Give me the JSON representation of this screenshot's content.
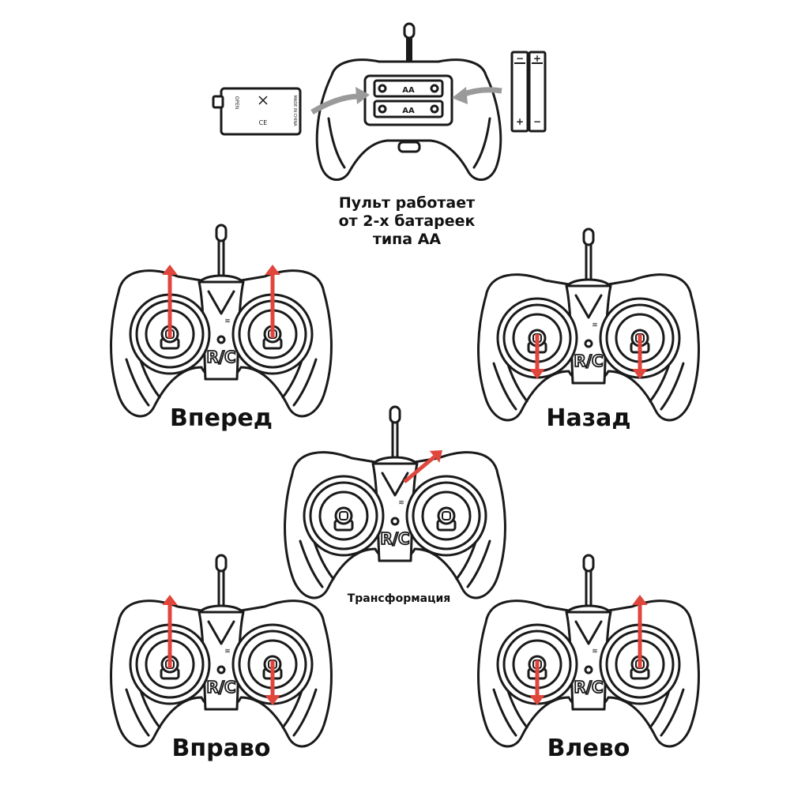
{
  "battery_caption": [
    "Пульт работает",
    "от 2-х батареек",
    "типа АА"
  ],
  "battery_cover": {
    "open_label": "OPEN",
    "made_label": "MADE IN CHINA",
    "ce_label": "CE"
  },
  "battery_slot_label": "AA",
  "battery_cells": {
    "plus": "+",
    "minus": "−"
  },
  "panel_label": "R/C",
  "directions": [
    {
      "key": "forward",
      "label": "Вперед",
      "left_arrow": "up",
      "right_arrow": "up"
    },
    {
      "key": "backward",
      "label": "Назад",
      "left_arrow": "down",
      "right_arrow": "down"
    },
    {
      "key": "transform",
      "label": "Трансформация",
      "left_arrow": "none",
      "right_arrow": "none",
      "center_arrow": "up-right"
    },
    {
      "key": "right",
      "label": "Вправо",
      "left_arrow": "up",
      "right_arrow": "down"
    },
    {
      "key": "left",
      "label": "Влево",
      "left_arrow": "down",
      "right_arrow": "up"
    }
  ],
  "colors": {
    "outline": "#1a1a1a",
    "arrow": "#e0463c",
    "gray_arrow": "#9a9a9a",
    "background": "#ffffff"
  }
}
